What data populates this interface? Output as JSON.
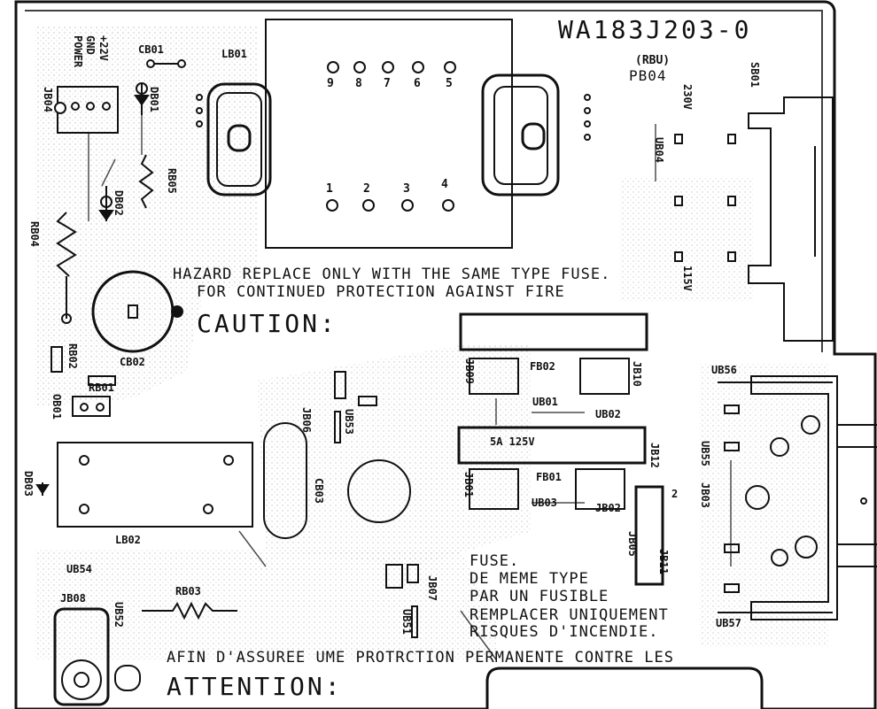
{
  "board_id": "WA183J203-0",
  "variant": "(RBU)",
  "board_name": "PB04",
  "warning_en": {
    "line1": "HAZARD REPLACE ONLY WITH THE SAME TYPE FUSE.",
    "line2": "FOR CONTINUED PROTECTION AGAINST FIRE",
    "caution": "CAUTION:"
  },
  "warning_fr": {
    "line1": "FUSE.",
    "line2": "DE MEME TYPE",
    "line3": "PAR UN FUSIBLE",
    "line4": "REMPLACER UNIQUEMENT",
    "line5": "RISQUES D'INCENDIE.",
    "line6": "AFIN D'ASSUREE UME PROTRCTION PERMANENTE CONTRE LES",
    "attention": "ATTENTION:"
  },
  "labels": {
    "lb01": "LB01",
    "lb02": "LB02",
    "cb01": "CB01",
    "cb02": "CB02",
    "cb03": "CB03",
    "db01": "DB01",
    "db02": "DB02",
    "db03": "DB03",
    "rb01": "RB01",
    "rb02": "RB02",
    "rb03": "RB03",
    "rb04": "RB04",
    "rb05": "RB05",
    "jb01": "JB01",
    "jb02": "JB02",
    "jb03": "JB03",
    "jb04": "JB04",
    "jb05": "JB05",
    "jb06": "JB06",
    "jb07": "JB07",
    "jb08": "JB08",
    "jb09": "JB09",
    "jb10": "JB10",
    "jb11": "JB11",
    "jb12": "JB12",
    "ub01": "UB01",
    "ub02": "UB02",
    "ub03": "UB03",
    "ub04": "UB04",
    "ub51": "UB51",
    "ub52": "UB52",
    "ub53": "UB53",
    "ub54": "UB54",
    "ub55": "UB55",
    "ub56": "UB56",
    "ub57": "UB57",
    "ob01": "OB01",
    "sb01": "SB01",
    "fb01": "FB01",
    "fb02": "FB02",
    "gnd": "GND",
    "power": "POWER",
    "v22": "+22V",
    "v230": "230V",
    "v115": "115V",
    "fuse_rating": "5A 125V",
    "num2": "2"
  },
  "pins": [
    "9",
    "8",
    "7",
    "6",
    "5",
    "1",
    "2",
    "3",
    "4"
  ]
}
